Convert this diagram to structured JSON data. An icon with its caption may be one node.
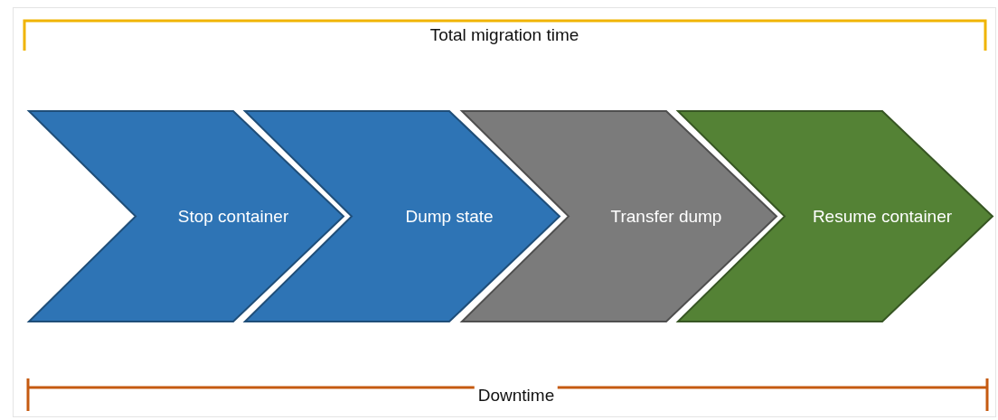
{
  "diagram": {
    "nodes": [
      {
        "text": [
          "Stop container"
        ]
      },
      {
        "text": [
          "Dump state"
        ]
      },
      {
        "text": [
          "Transfer dump"
        ]
      },
      {
        "text": [
          "Resume container"
        ]
      }
    ],
    "labels": [
      "Total migration time",
      "Downtime"
    ]
  }
}
